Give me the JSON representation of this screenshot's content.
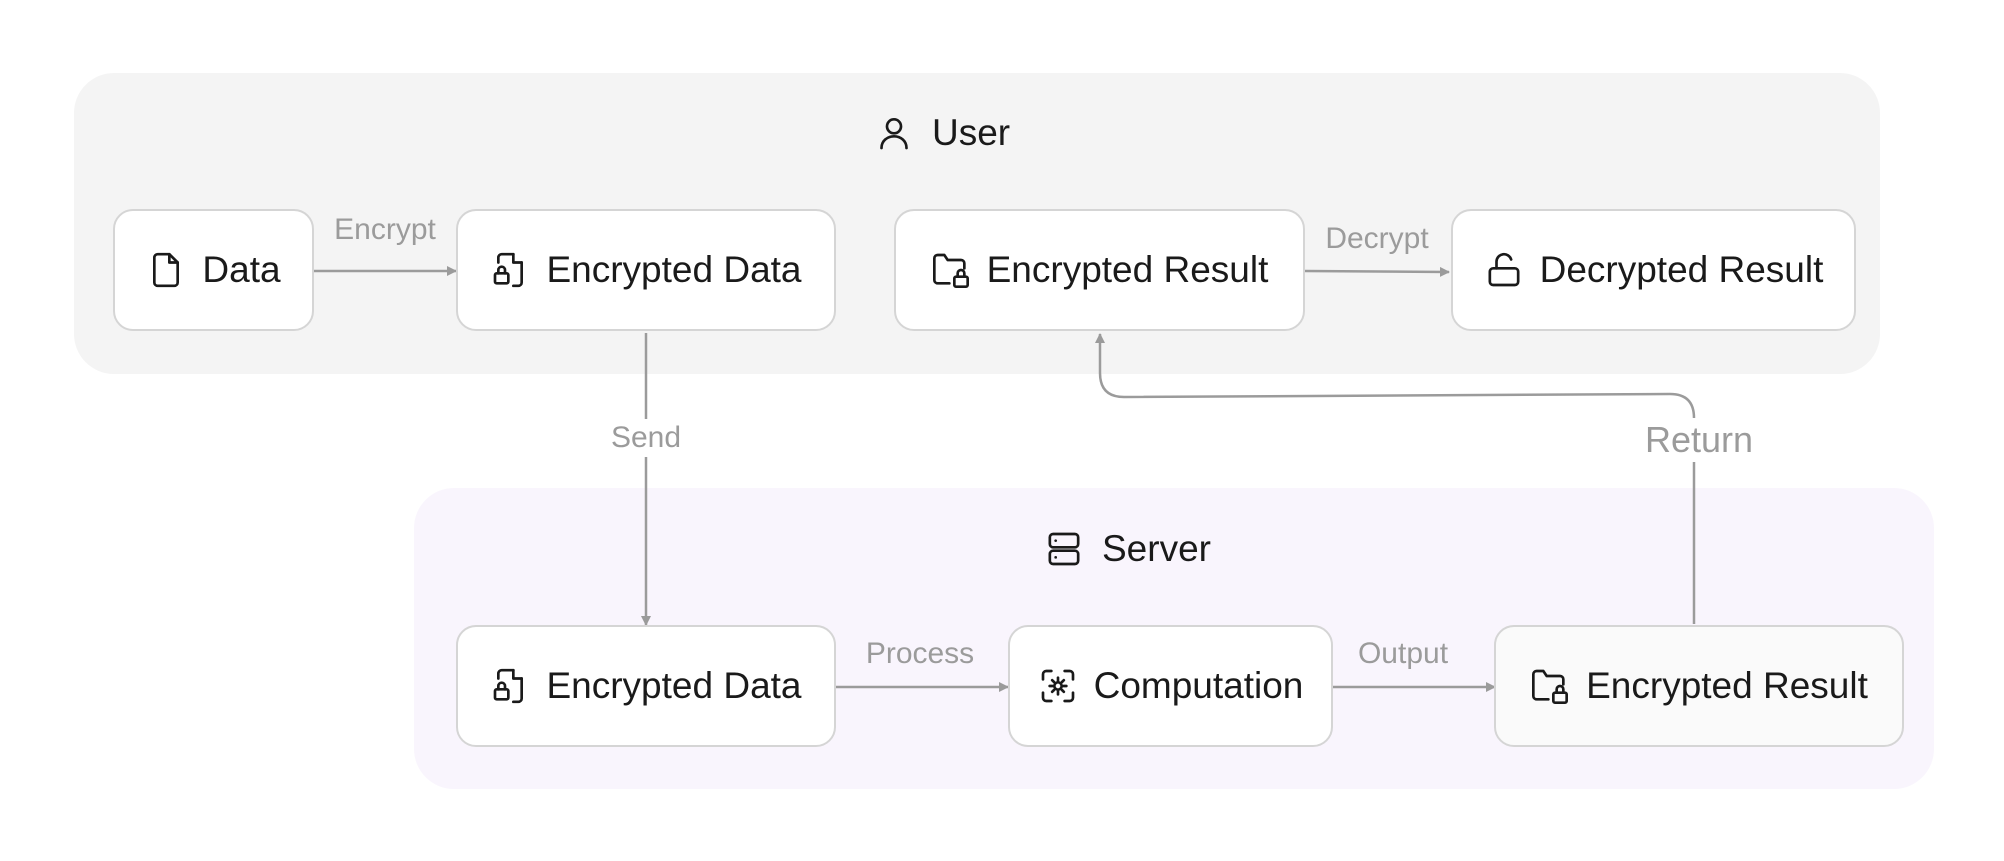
{
  "groups": {
    "user": {
      "title": "User",
      "icon": "user-icon"
    },
    "server": {
      "title": "Server",
      "icon": "server-icon"
    }
  },
  "nodes": {
    "data": {
      "label": "Data",
      "icon": "file-icon"
    },
    "encrypted_data_user": {
      "label": "Encrypted Data",
      "icon": "file-lock-icon"
    },
    "encrypted_result_user": {
      "label": "Encrypted Result",
      "icon": "folder-lock-icon"
    },
    "decrypted_result": {
      "label": "Decrypted Result",
      "icon": "lock-open-icon"
    },
    "encrypted_data_server": {
      "label": "Encrypted Data",
      "icon": "file-lock-icon"
    },
    "computation": {
      "label": "Computation",
      "icon": "cpu-gear-icon"
    },
    "encrypted_result_server": {
      "label": "Encrypted Result",
      "icon": "folder-lock-icon"
    }
  },
  "edges": {
    "encrypt": "Encrypt",
    "decrypt": "Decrypt",
    "send": "Send",
    "process": "Process",
    "output": "Output",
    "return": "Return"
  },
  "colors": {
    "user_group_bg": "#f4f4f4",
    "server_group_bg": "#f9f5fd",
    "node_border": "#d5d5d5",
    "edge": "#9b9b9b",
    "text": "#1a1a1a"
  }
}
